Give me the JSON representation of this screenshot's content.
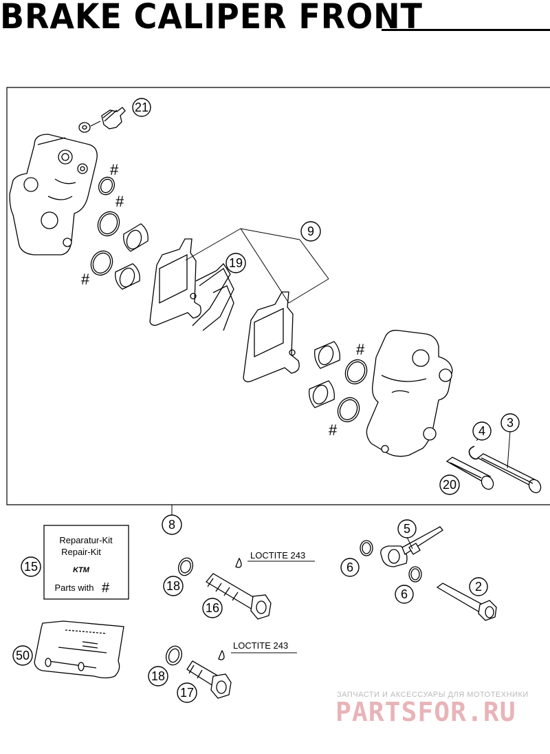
{
  "title": "BRAKE CALIPER FRONT",
  "callouts": {
    "n21": "21",
    "n9": "9",
    "n19": "19",
    "n4": "4",
    "n3": "3",
    "n20": "20",
    "n8": "8",
    "n5": "5",
    "n6a": "6",
    "n6b": "6",
    "n2": "2",
    "n15": "15",
    "n18a": "18",
    "n16": "16",
    "n50": "50",
    "n18b": "18",
    "n17": "17"
  },
  "hash_marks": [
    "#",
    "#",
    "#",
    "#",
    "#"
  ],
  "loctite": [
    "LOCTITE 243",
    "LOCTITE 243"
  ],
  "repair_kit": {
    "line1": "Reparatur-Kit",
    "line2": "Repair-Kit",
    "logo": "KTM",
    "line3": "Parts with",
    "hash": "#"
  },
  "watermark": {
    "caption": "ЗАПЧАСТИ И АКСЕССУАРЫ ДЛЯ МОТОТЕХНИКИ",
    "brand": "PARTSFOR.RU"
  }
}
